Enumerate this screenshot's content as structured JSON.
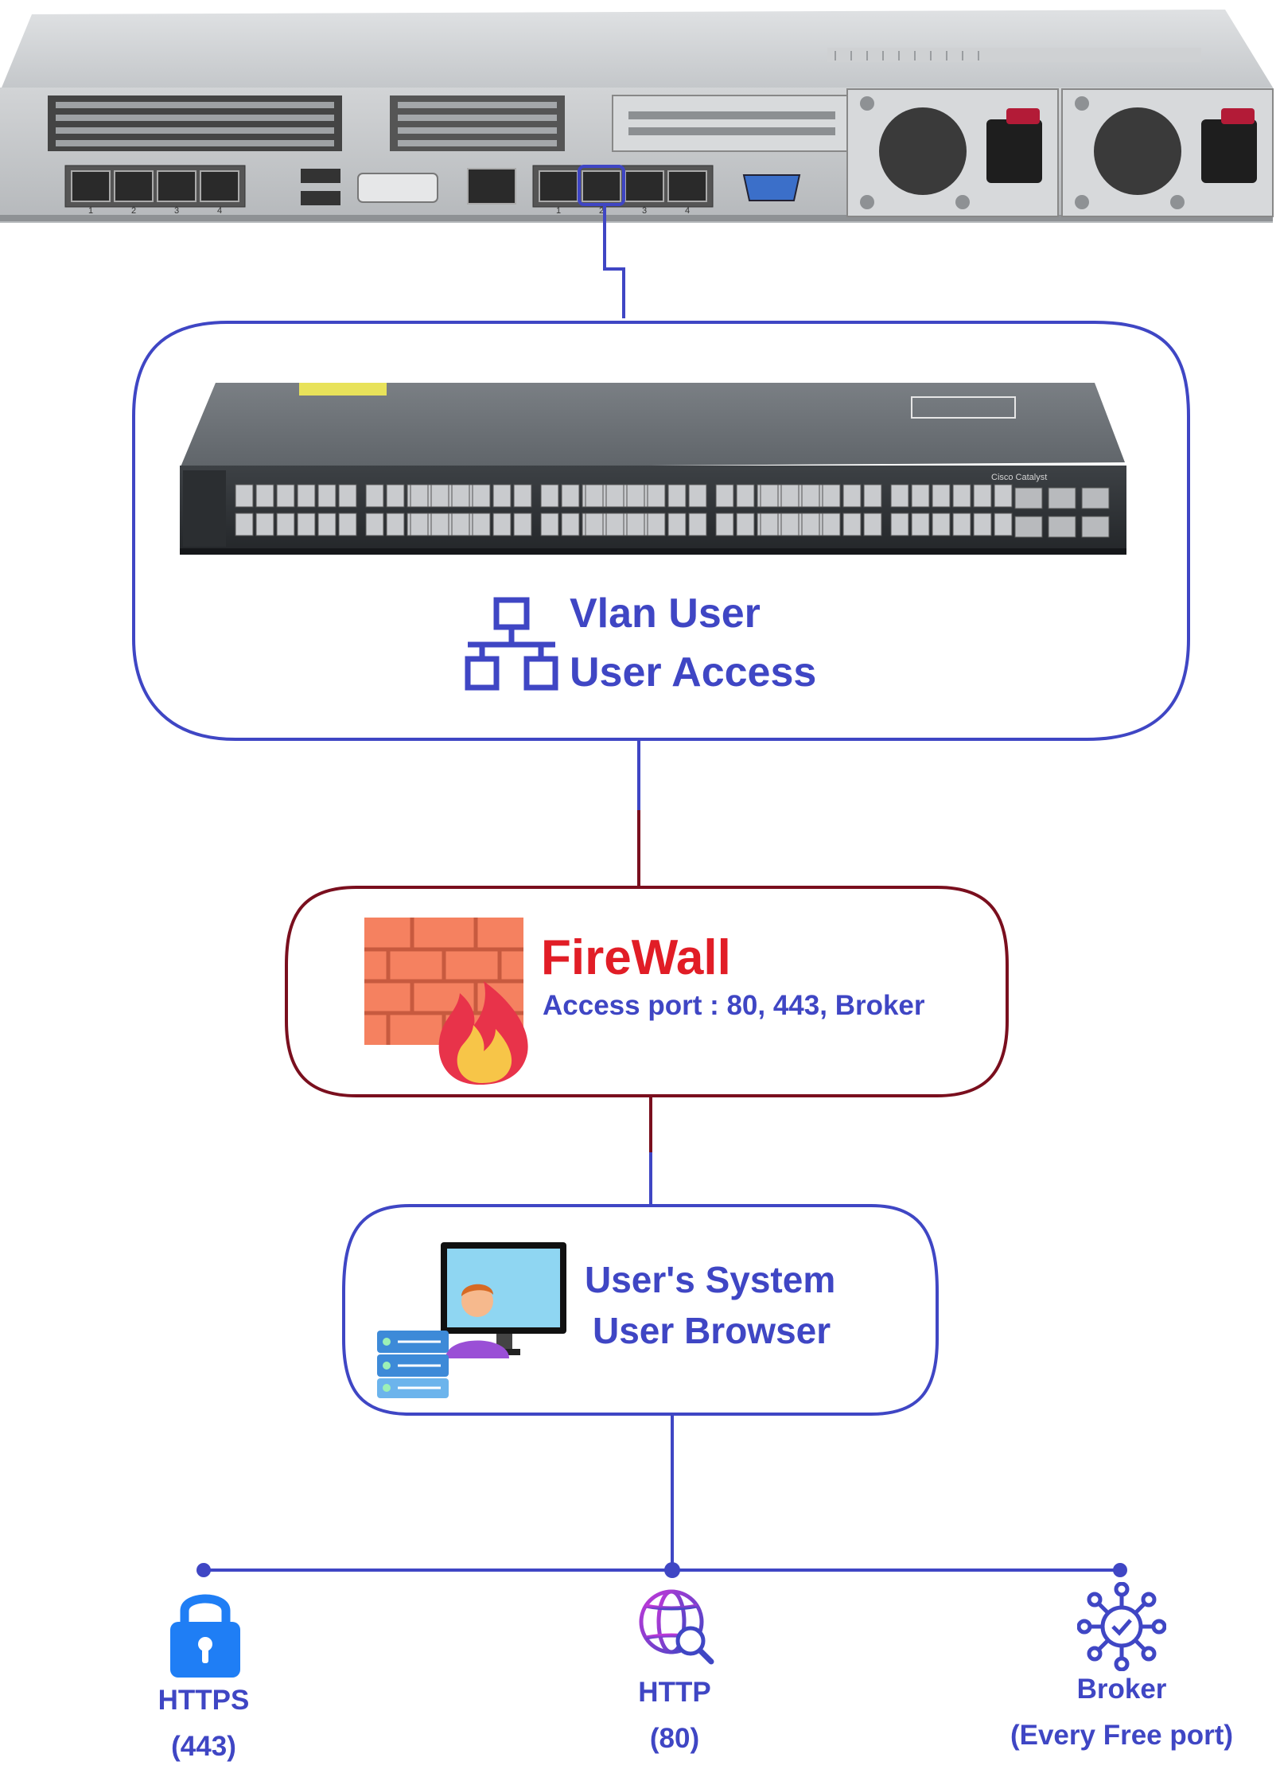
{
  "switch_node": {
    "line1": "Vlan User",
    "line2": "User Access"
  },
  "firewall_node": {
    "title": "FireWall",
    "subtitle": "Access port : 80, 443, Broker"
  },
  "system_node": {
    "line1": "User's System",
    "line2": "User Browser"
  },
  "protocols": [
    {
      "name": "HTTPS",
      "port": "(443)",
      "icon": "padlock-icon"
    },
    {
      "name": "HTTP",
      "port": "(80)",
      "icon": "globe-search-icon"
    },
    {
      "name": "Broker",
      "port": "(Every Free port)",
      "icon": "network-hub-icon"
    }
  ],
  "server_port_labels": [
    "1",
    "2",
    "3",
    "4",
    "1",
    "2",
    "3",
    "4"
  ],
  "switch_panel_text": "Cisco Catalyst",
  "colors": {
    "blue": "#3f46c4",
    "dark_red": "#7a0f1e",
    "firewall_title": "#e11d26",
    "brick": "#f58160",
    "flame_outer": "#e8334a",
    "flame_inner": "#f7c548",
    "monitor_screen": "#8fd6f2",
    "lock": "#1f7ef5",
    "switch_body": "#6d7277"
  }
}
